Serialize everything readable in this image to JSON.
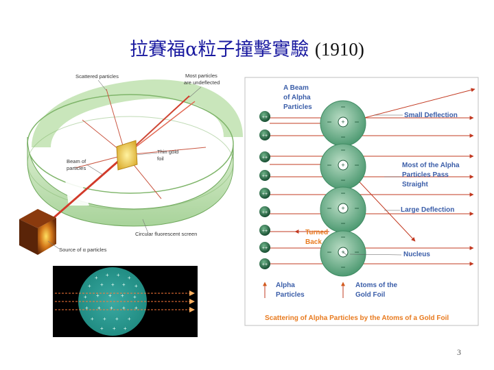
{
  "title": {
    "chinese": "拉賽福",
    "alpha": "α",
    "chinese2": "粒子撞擊實驗",
    "year": "(1910)"
  },
  "left_diagram": {
    "scattered_particles": "Scattered particles",
    "most_particles": [
      "Most particles",
      "are undeflected"
    ],
    "thin_gold_foil": [
      "Thin gold",
      "foil"
    ],
    "beam_of_particles": [
      "Beam of",
      "particles"
    ],
    "circular_screen": "Circular fluorescent screen",
    "source": "Source of α particles"
  },
  "right_diagram": {
    "beam_label": [
      "A Beam",
      "of Alpha",
      "Particles"
    ],
    "small_deflection": "Small Deflection",
    "most_pass": [
      "Most of the Alpha",
      "Particles Pass",
      "Straight"
    ],
    "large_deflection": "Large Deflection",
    "turned_back": [
      "Turned",
      "Back"
    ],
    "nucleus": "Nucleus",
    "alpha_particles_key": [
      "Alpha",
      "Particles"
    ],
    "atoms_key": [
      "Atoms of the",
      "Gold Foil"
    ],
    "caption": "Scattering of Alpha Particles by the Atoms of a Gold Foil",
    "alpha_symbol": "++",
    "plus": "+",
    "minus": "−"
  },
  "colors": {
    "title_blue": "#1a1aa0",
    "ring_green": "#bfe0b0",
    "beam_red": "#d23a2a",
    "label_orange": "#e87a1e",
    "label_blue": "#3a5da8",
    "atom_green": "#6cae88",
    "nucleus_dark": "#1f5a3a"
  },
  "page_number": "3"
}
